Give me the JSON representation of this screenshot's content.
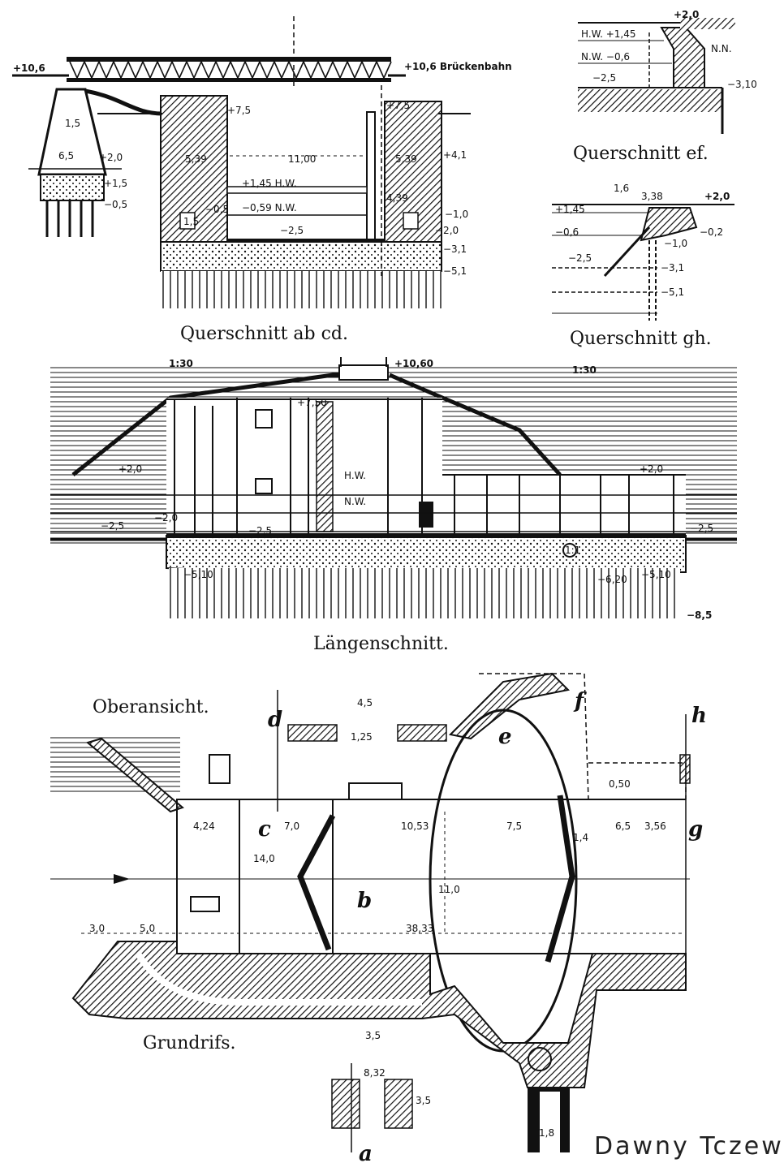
{
  "captions": {
    "cross_ab_cd": "Querschnitt ab cd.",
    "cross_ef": "Querschnitt ef.",
    "cross_gh": "Querschnitt gh.",
    "longitudinal": "Längenschnitt.",
    "top_view": "Oberansicht.",
    "plan": "Grundrifs."
  },
  "watermark": "Dawny Tczew",
  "labels": {
    "ab_cd": {
      "left_level": "+10,6",
      "bridge": "+10,6 Brückenbahn",
      "top_left": "+7,5",
      "top_right": "+7,5",
      "pier_width_1": "5,39",
      "span": "11,00",
      "pier_width_2": "5,39",
      "right_level": "+4,1",
      "hw": "+1,45  H.W.",
      "nw": "−0,59  N.W.",
      "bottom": "−2,5",
      "r1": "−1,0",
      "r2": "−2,0",
      "r3": "−3,1",
      "r4": "−5,1",
      "inner_right": "4,39",
      "inner_left": "−0,5",
      "small_box": "1,5",
      "pile_width": "6,5",
      "pile_top": "1,5",
      "p1": "+2,0",
      "p2": "+1,5",
      "p3": "−0,5"
    },
    "ef": {
      "top": "+2,0",
      "hw": "H.W. +1,45",
      "nw": "N.W. −0,6",
      "nn": "N.N.",
      "bottom": "−2,5",
      "right": "−3,10"
    },
    "gh": {
      "w1": "1,6",
      "w2": "3,38",
      "top": "+2,0",
      "hw": "+1,45",
      "nw": "−0,6",
      "bottom": "−2,5",
      "r1": "−0,2",
      "r2": "−1,0",
      "r3": "−3,1",
      "r4": "−5,1"
    },
    "long": {
      "slope_left": "1:30",
      "top": "+10,60",
      "slope_right": "1:30",
      "mid": "+7,50",
      "left": "+2,0",
      "right": "+2,0",
      "hw": "H.W.",
      "nw": "N.W.",
      "l1": "−2,0",
      "l2": "−2,5",
      "l3": "−2,5",
      "r1": "−2,5",
      "b1": "−5,10",
      "b2": "−6,20",
      "b3": "−5,10",
      "b4": "−8,5",
      "slope_mark": "1:1"
    },
    "plan": {
      "d": "d",
      "f": "f",
      "e": "e",
      "h": "h",
      "c": "c",
      "g": "g",
      "b": "b",
      "a": "a",
      "w45": "4,5",
      "w125": "1,25",
      "d424": "4,24",
      "d70": "7,0",
      "d1053": "10,53",
      "d75": "7,5",
      "d65": "6,5",
      "d356": "3,56",
      "d14": "1,4",
      "d050": "0,50",
      "d110": "11,0",
      "d140": "14,0",
      "d30": "3,0",
      "d50": "5,0",
      "d3833": "38,33",
      "d35": "3,5",
      "d832": "8,32",
      "d35b": "3,5",
      "d18": "1,8"
    }
  }
}
